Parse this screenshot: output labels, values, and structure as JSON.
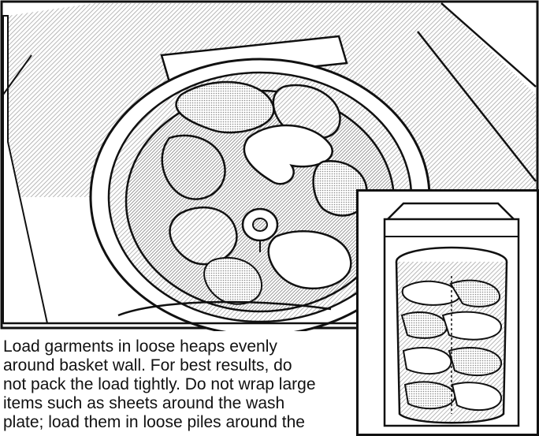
{
  "instruction": {
    "lines": [
      "Load garments in loose heaps evenly",
      "around basket wall. For best results, do",
      "not pack the load tightly. Do not wrap large",
      "items such as sheets around the wash",
      "plate; load them in loose piles around the"
    ]
  },
  "illustrations": {
    "main": "top-load washer drum filled with loose garments",
    "inset": "washer basket side view with evenly loaded clothes"
  }
}
